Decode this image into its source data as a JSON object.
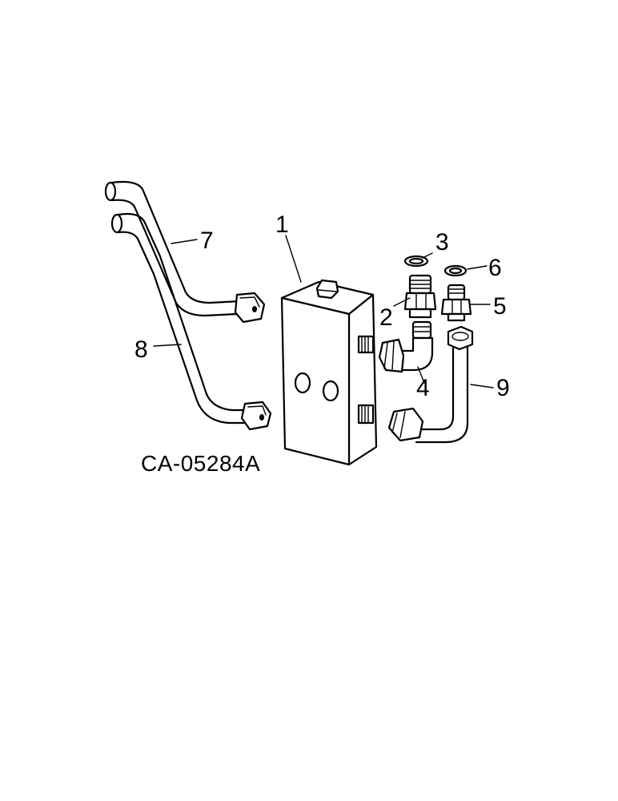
{
  "diagram": {
    "callouts": [
      "1",
      "2",
      "3",
      "4",
      "5",
      "6",
      "7",
      "8",
      "9"
    ],
    "part_code": "CA-05284A"
  }
}
